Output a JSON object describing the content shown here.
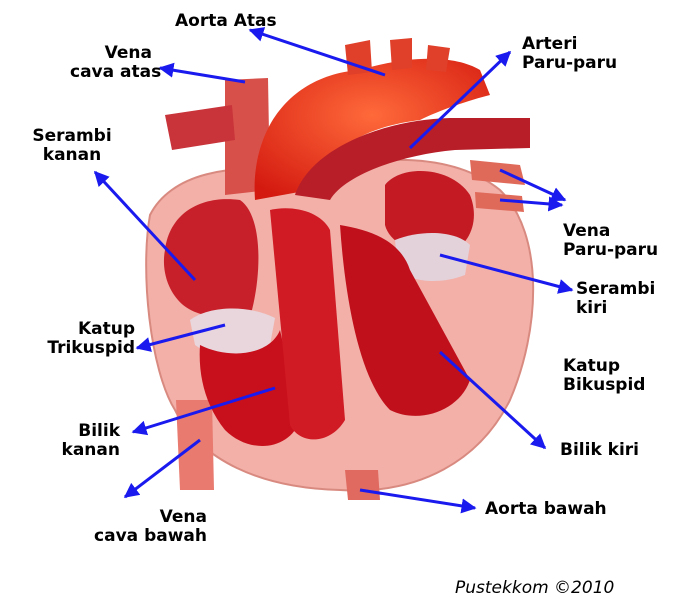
{
  "labels": {
    "aorta_atas": "Aorta Atas",
    "vena_cava_atas": [
      "Vena",
      "cava atas"
    ],
    "arteri_paru": [
      "Arteri",
      "Paru-paru"
    ],
    "serambi_kanan": [
      "Serambi",
      "kanan"
    ],
    "vena_paru": [
      "Vena",
      "Paru-paru"
    ],
    "serambi_kiri": [
      "Serambi",
      "kiri"
    ],
    "katup_trikuspid": [
      "Katup",
      "Trikuspid"
    ],
    "katup_bikuspid": [
      "Katup",
      "Bikuspid"
    ],
    "bilik_kanan": [
      "Bilik",
      "kanan"
    ],
    "bilik_kiri": "Bilik kiri",
    "vena_cava_bawah": [
      "Vena",
      "cava bawah"
    ],
    "aorta_bawah": "Aorta bawah"
  },
  "credit": "Pustekkom ©2010",
  "colors": {
    "arrow": "#1a1aee",
    "muscle": "#c8101c",
    "outer": "#f0a8a0"
  }
}
